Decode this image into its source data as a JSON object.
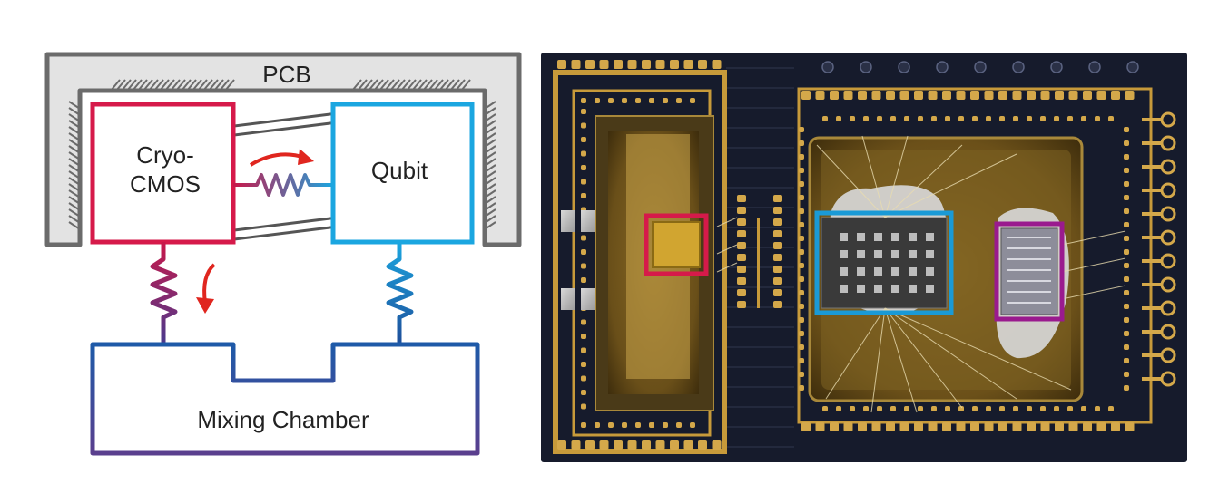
{
  "schematic": {
    "pcb_label": "PCB",
    "cryo_label_line1": "Cryo-",
    "cryo_label_line2": "CMOS",
    "qubit_label": "Qubit",
    "mixing_label": "Mixing Chamber"
  },
  "photo": {
    "highlight_boxes": [
      {
        "name": "cryo-cmos-die-highlight",
        "color": "#d61a4a"
      },
      {
        "name": "qubit-die-highlight",
        "color": "#1a9ad6"
      },
      {
        "name": "test-structure-highlight",
        "color": "#9a1a8e"
      }
    ]
  },
  "colors": {
    "cryo_red": "#d61a4a",
    "qubit_blue": "#1ba6e0",
    "pcb_gray": "#6b6b6b",
    "pcb_fill": "#e3e3e3",
    "arrow_red": "#e0261f",
    "mixing_top": "#1e4e9a",
    "mixing_bottom": "#5a3f8e",
    "board_bg": "#161b2c",
    "gold": "#c79a3a"
  }
}
